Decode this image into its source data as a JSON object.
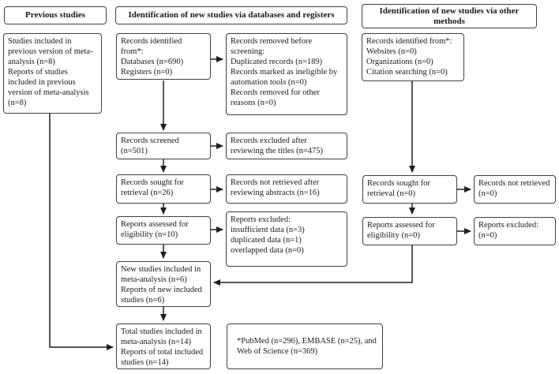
{
  "headers": {
    "previous": "Previous studies",
    "databases": "Identification of new studies via databases and registers",
    "other": "Identification of new studies via other\nmethods"
  },
  "boxes": {
    "previous_studies": "Studies included in\nprevious version of meta-\nanalysis (n=8)\nReports of studies\nincluded in previous\nversion of meta-analysis\n(n=8)",
    "records_identified_db": "Records identified\nfrom*:\nDatabases (n=690)\nRegisters (n=0)",
    "records_removed": "Records removed before\nscreening:\nDuplicated records (n=189)\nRecords marked as ineligible by\nautomation tools (n=0)\nRecords removed for other\nreasons (n=0)",
    "records_screened": "Records screened\n(n=501)",
    "records_excluded_titles": "Records excluded after\nreviewing the titles (n=475)",
    "records_sought_db": "Records sought for\nretrieval (n=26)",
    "records_not_retrieved_db": "Records not retrieved after\nreviewing abstracts (n=16)",
    "reports_assessed_db": "Reports assessed for\neligibility (n=10)",
    "reports_excluded_db": "Reports excluded:\ninsufficient data (n=3)\nduplicated data (n=1)\noverlapped data (n=0)",
    "new_studies_included": "New studies included in\nmeta-analysis (n=6)\nReports of new included\nstudies (n=6)",
    "total_studies_included": "Total studies included in\nmeta-analysis (n=14)\nReports of total included\nstudies (n=14)",
    "footnote": "*PubMed (n=296), EMBASE (n=25), and\nWeb of Science (n=369)",
    "records_identified_other": "Records identified from*:\nWebsites (n=0)\nOrganizations (n=0)\nCitation searching (n=0)",
    "records_sought_other": "Records sought for\nretrieval (n=0)",
    "records_not_retrieved_other": "Records not retrieved\n(n=0)",
    "reports_assessed_other": "Reports assessed for\neligibility (n=0)",
    "reports_excluded_other": "Reports excluded:\n(n=0)"
  },
  "colors": {
    "box_border": "#3f3f3f",
    "arrow": "#1f1f1f",
    "text": "#1a1a1a",
    "background": "#ffffff"
  }
}
